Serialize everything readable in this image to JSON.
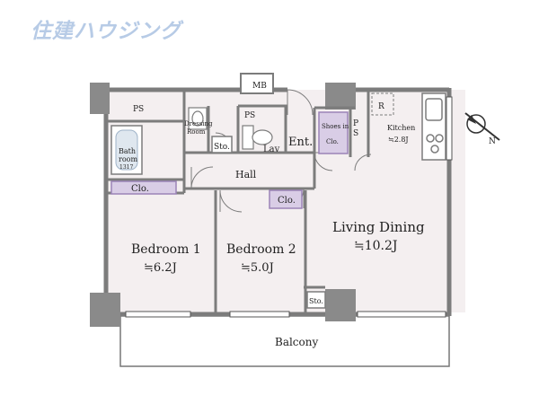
{
  "brand": {
    "logo_text": "住建ハウジング",
    "logo_color": "#b7cbe6"
  },
  "colors": {
    "floor": "#f4eff0",
    "wall": "#7c7c7c",
    "closet": "#9b83b7",
    "closet_fill": "#d9cde6",
    "water": "#9fb3c8"
  },
  "compass": {
    "label": "N"
  },
  "rooms": {
    "bedroom1": {
      "name": "Bedroom 1",
      "size": "≒6.2J"
    },
    "bedroom2": {
      "name": "Bedroom 2",
      "size": "≒5.0J"
    },
    "living": {
      "name": "Living Dining",
      "size": "≒10.2J"
    },
    "kitchen": {
      "name": "Kitchen",
      "size": "≒2.8J"
    },
    "bath": {
      "name": "Bath",
      "name2": "room",
      "size": "1317"
    },
    "dressing": {
      "name": "Dressing",
      "name2": "Room"
    },
    "hall": "Hall",
    "entrance": "Ent.",
    "lav": "Lav",
    "balcony": "Balcony"
  },
  "storage": {
    "clo_bed1": "Clo.",
    "clo_bed2": "Clo.",
    "shoes": {
      "line1": "Shoes in",
      "line2": "Clo."
    },
    "sto_hall": "Sto.",
    "sto_balcony": "Sto."
  },
  "fixtures": {
    "ps_dressing": "PS",
    "ps_toilet": "PS",
    "ps_kitchen_p": "P",
    "ps_kitchen_s": "S",
    "mb": "MB",
    "fridge": "R"
  }
}
